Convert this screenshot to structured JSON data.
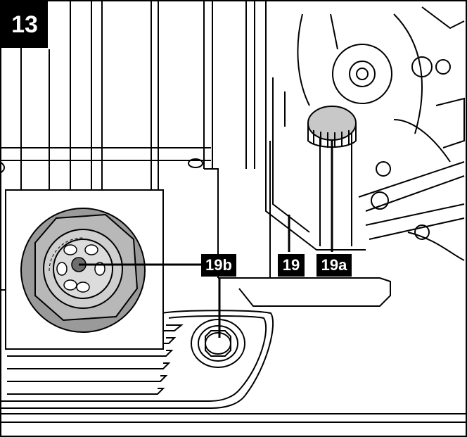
{
  "step_number": "13",
  "callouts": {
    "drain_plug_detail": "19b",
    "tank": "19",
    "tank_cap": "19a"
  }
}
